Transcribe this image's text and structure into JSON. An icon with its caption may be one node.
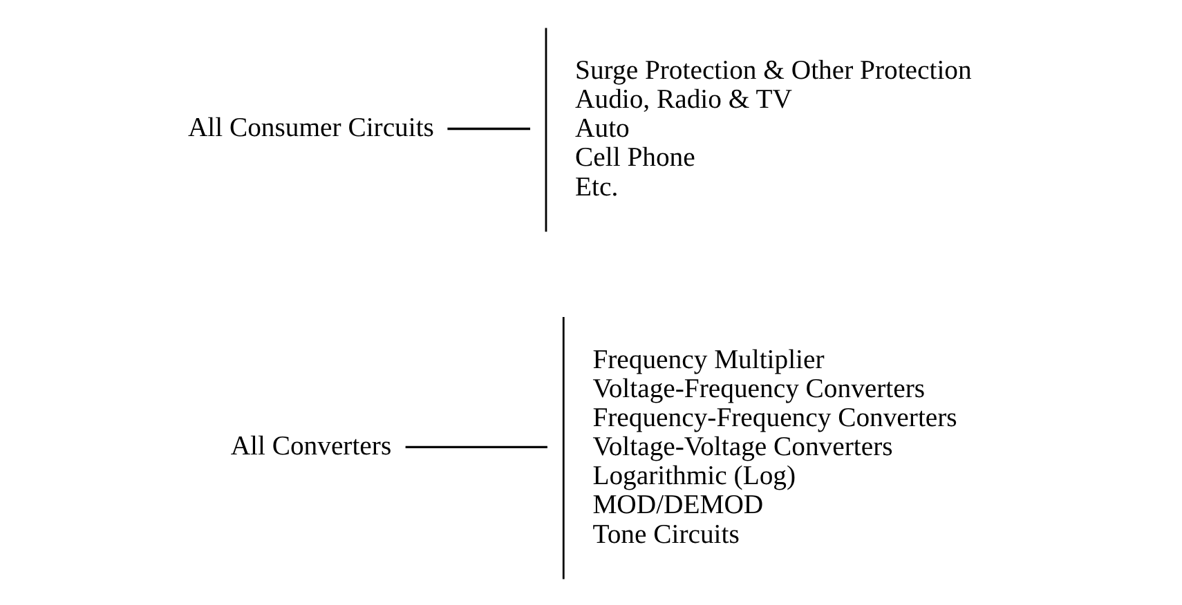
{
  "diagram": {
    "nodes": [
      {
        "text": [
          "All Converters"
        ]
      },
      {
        "text": [
          "Frequency Multiplier",
          "Voltage-Frequency Converters",
          "Frequency-Frequency Converters",
          "Voltage-Voltage Converters",
          "Logarithmic (Log)",
          "MOD/DEMOD",
          "Tone Circuits"
        ]
      },
      {
        "text": [
          "All Consumer Circuits"
        ]
      },
      {
        "text": [
          "Surge Protection & Other Protection",
          "Audio, Radio & TV",
          "Auto",
          "Cell Phone",
          "Etc."
        ]
      }
    ],
    "edges": [
      {
        "from": 0,
        "to": 1,
        "arrow": "none"
      },
      {
        "from": 2,
        "to": 3,
        "arrow": "none"
      }
    ]
  }
}
